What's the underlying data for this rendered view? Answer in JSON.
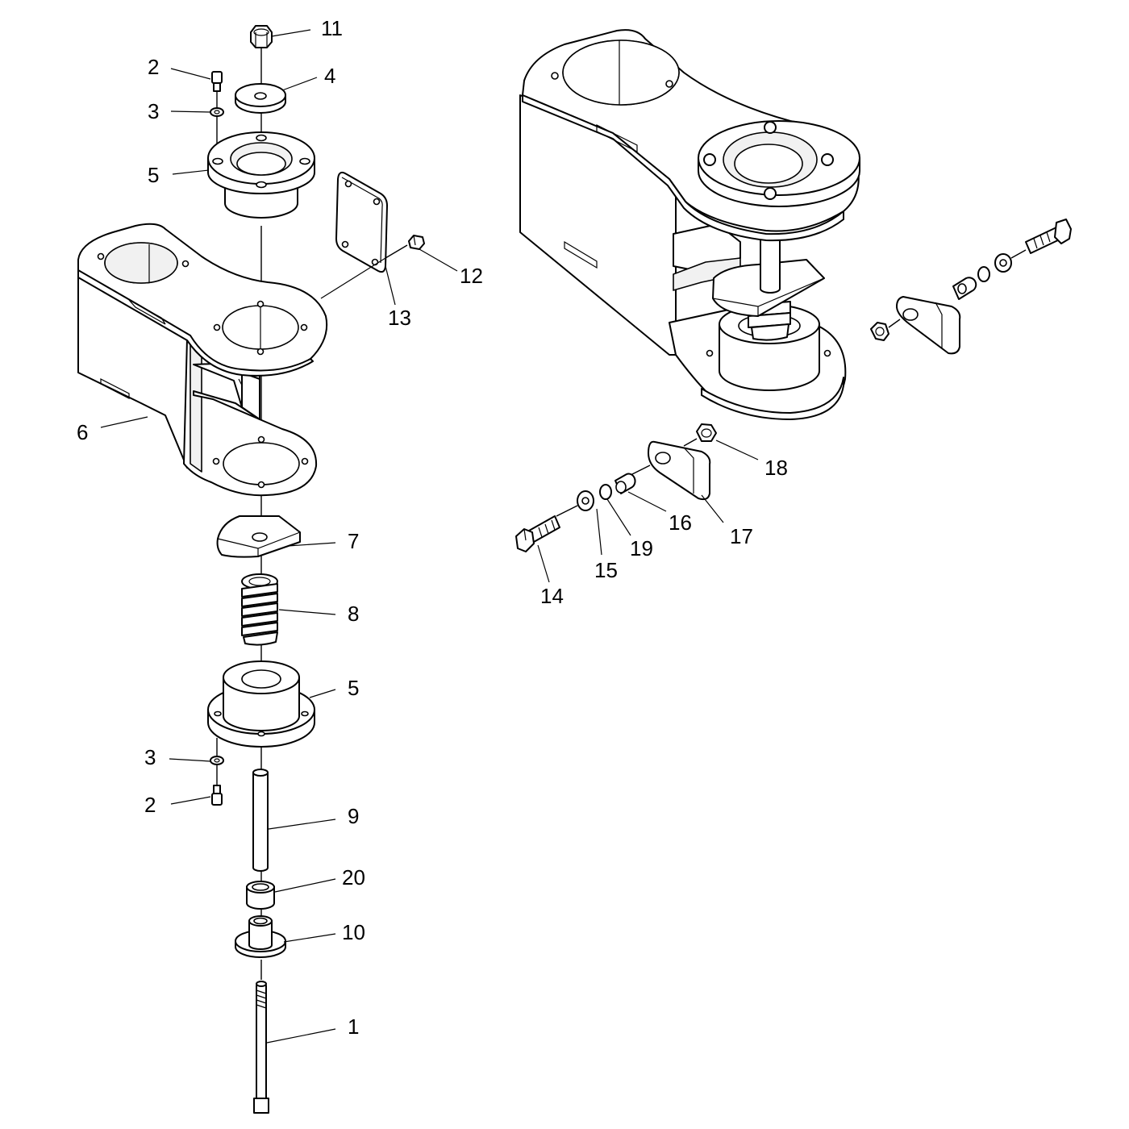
{
  "callouts": [
    {
      "id": "c11",
      "label": "11"
    },
    {
      "id": "c2a",
      "label": "2"
    },
    {
      "id": "c4",
      "label": "4"
    },
    {
      "id": "c3a",
      "label": "3"
    },
    {
      "id": "c5a",
      "label": "5"
    },
    {
      "id": "c12",
      "label": "12"
    },
    {
      "id": "c13",
      "label": "13"
    },
    {
      "id": "c6",
      "label": "6"
    },
    {
      "id": "c7",
      "label": "7"
    },
    {
      "id": "c8",
      "label": "8"
    },
    {
      "id": "c5b",
      "label": "5"
    },
    {
      "id": "c3b",
      "label": "3"
    },
    {
      "id": "c2b",
      "label": "2"
    },
    {
      "id": "c9",
      "label": "9"
    },
    {
      "id": "c20",
      "label": "20"
    },
    {
      "id": "c10",
      "label": "10"
    },
    {
      "id": "c1",
      "label": "1"
    },
    {
      "id": "c18",
      "label": "18"
    },
    {
      "id": "c16",
      "label": "16"
    },
    {
      "id": "c17",
      "label": "17"
    },
    {
      "id": "c19",
      "label": "19"
    },
    {
      "id": "c15",
      "label": "15"
    },
    {
      "id": "c14",
      "label": "14"
    }
  ],
  "colors": {
    "line": "#000000",
    "background": "#ffffff",
    "shade": "#f1f1f1"
  }
}
